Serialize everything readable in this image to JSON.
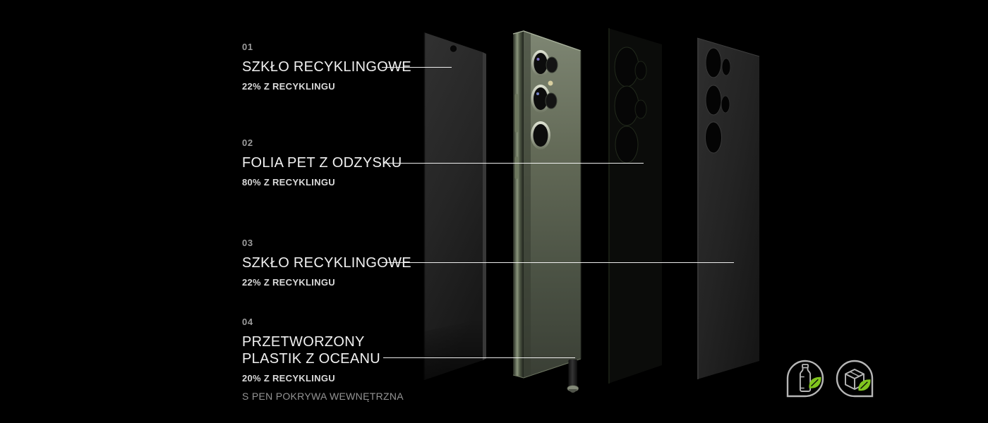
{
  "colors": {
    "background": "#000000",
    "heading_text": "#f1f1f1",
    "number_text": "#9c9c9c",
    "detail_text": "#dadada",
    "note_text": "#949494",
    "connector_line": "#ffffff",
    "leaf_green": "#80c41e",
    "icon_stroke": "#b6b6b6",
    "phone_body_green": "#646b58"
  },
  "sections": [
    {
      "number": "01",
      "title": "SZKŁO RECYKLINGOWE",
      "detail": "22% Z RECYKLINGU"
    },
    {
      "number": "02",
      "title": "FOLIA PET Z ODZYSKU",
      "detail": "80% Z RECYKLINGU"
    },
    {
      "number": "03",
      "title": "SZKŁO RECYKLINGOWE",
      "detail": "22% Z RECYKLINGU"
    },
    {
      "number": "04",
      "title": "PRZETWORZONY\nPLASTIK Z OCEANU",
      "detail": "20% Z RECYKLINGU",
      "note": "S PEN POKRYWA WEWNĘTRZNA"
    }
  ],
  "eco_badges": [
    {
      "icon": "recycled-bottle-leaf-icon"
    },
    {
      "icon": "eco-packaging-box-leaf-icon"
    }
  ]
}
